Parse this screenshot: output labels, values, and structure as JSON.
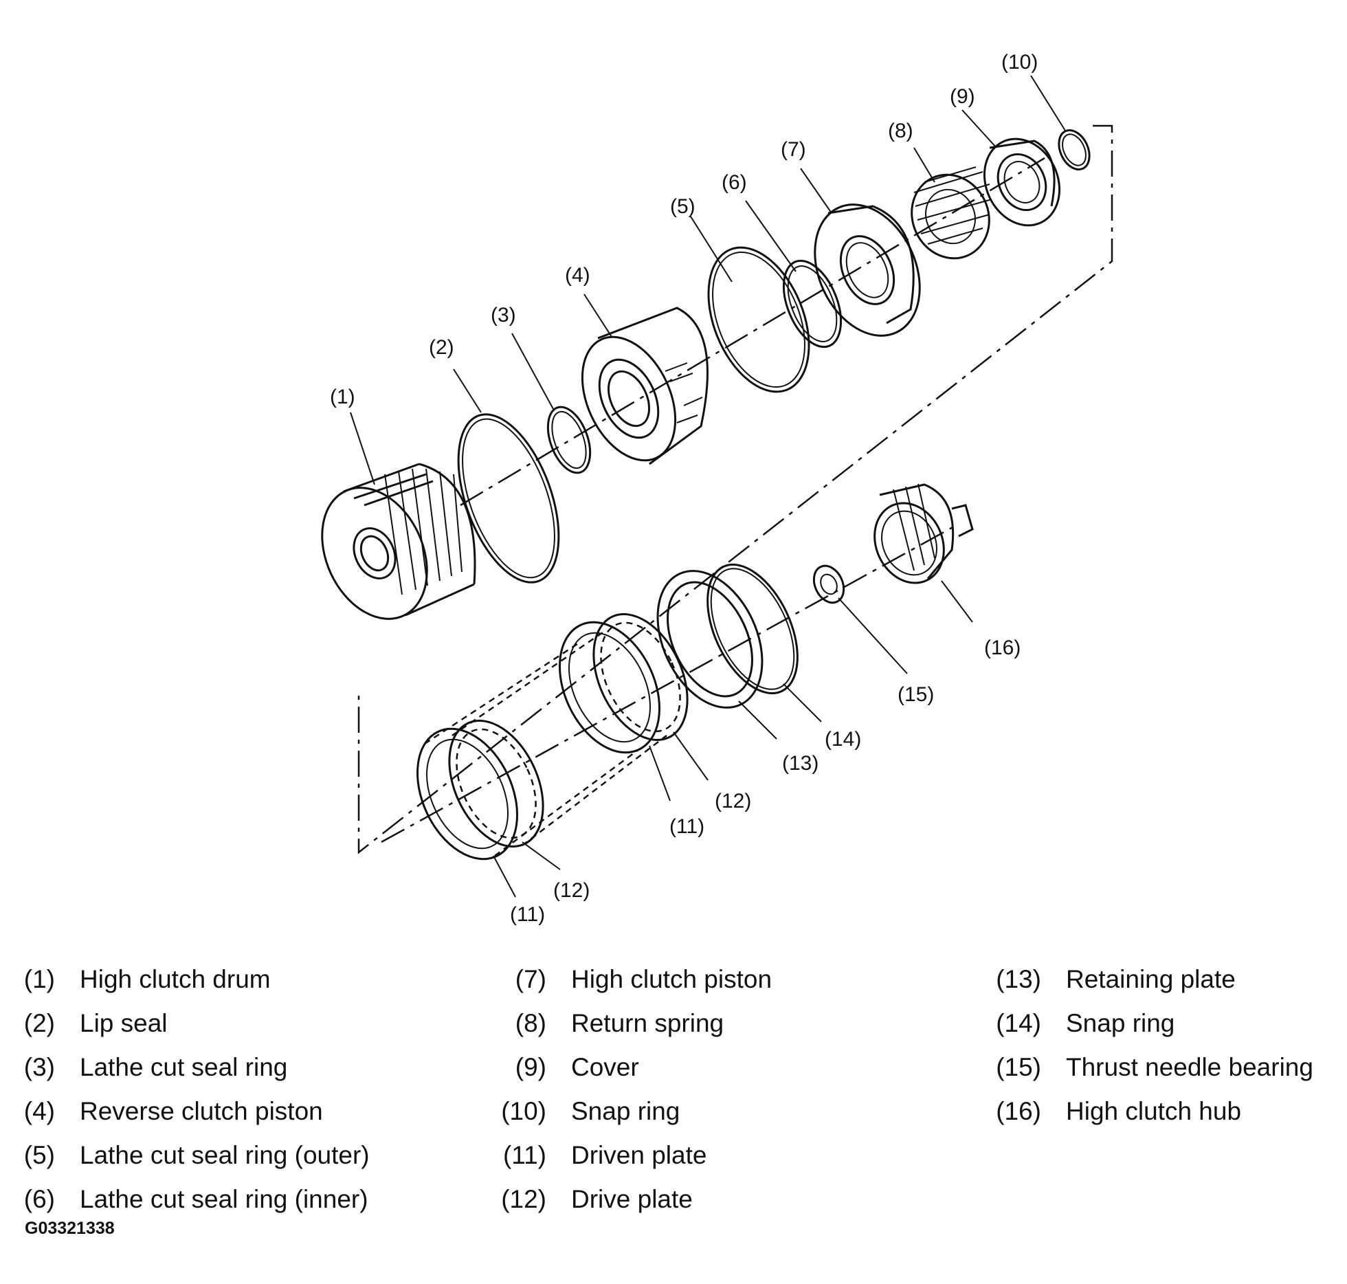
{
  "callouts": [
    "(1)",
    "(2)",
    "(3)",
    "(4)",
    "(5)",
    "(6)",
    "(7)",
    "(8)",
    "(9)",
    "(10)",
    "(11)",
    "(12)",
    "(13)",
    "(14)",
    "(15)",
    "(16)",
    "(11)",
    "(12)"
  ],
  "legend": [
    {
      "num": "(1)",
      "label": "High clutch drum"
    },
    {
      "num": "(2)",
      "label": "Lip seal"
    },
    {
      "num": "(3)",
      "label": "Lathe cut seal ring"
    },
    {
      "num": "(4)",
      "label": "Reverse clutch piston"
    },
    {
      "num": "(5)",
      "label": "Lathe cut seal ring (outer)"
    },
    {
      "num": "(6)",
      "label": "Lathe cut seal ring (inner)"
    },
    {
      "num": "(7)",
      "label": "High clutch piston"
    },
    {
      "num": "(8)",
      "label": "Return spring"
    },
    {
      "num": "(9)",
      "label": "Cover"
    },
    {
      "num": "(10)",
      "label": "Snap ring"
    },
    {
      "num": "(11)",
      "label": "Driven plate"
    },
    {
      "num": "(12)",
      "label": "Drive plate"
    },
    {
      "num": "(13)",
      "label": "Retaining plate"
    },
    {
      "num": "(14)",
      "label": "Snap ring"
    },
    {
      "num": "(15)",
      "label": "Thrust needle bearing"
    },
    {
      "num": "(16)",
      "label": "High clutch hub"
    }
  ],
  "figure_code": "G03321338"
}
